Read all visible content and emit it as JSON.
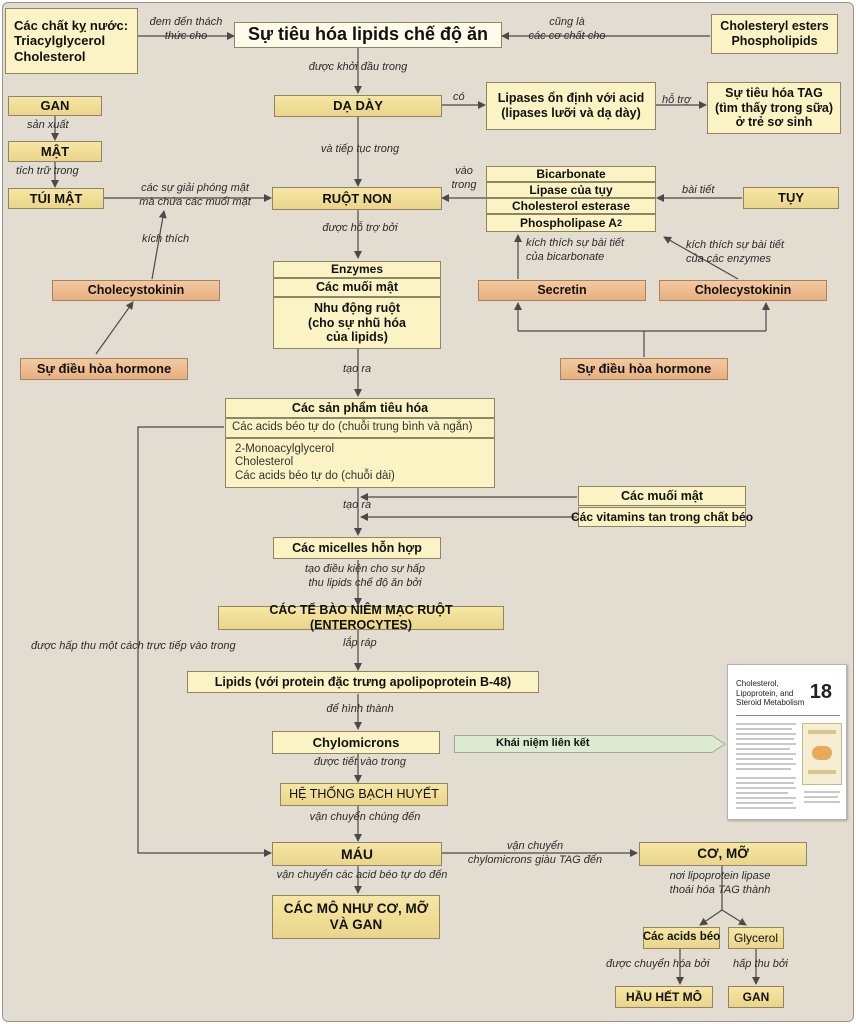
{
  "boxes": {
    "dietary_lipids": {
      "heading": "Các chất kỵ nước:",
      "line1": "Triacylglycerol",
      "line2": "Cholesterol"
    },
    "title": "Sự tiêu hóa lipids chế độ ăn",
    "cholesteryl": {
      "line1": "Cholesteryl esters",
      "line2": "Phospholipids"
    },
    "gan_top": "GAN",
    "mat": "MẬT",
    "tui_mat": "TÚI MẬT",
    "da_day": "DẠ DÀY",
    "lipases_acid": {
      "line1": "Lipases ổn định với acid",
      "line2": "(lipases lưỡi và dạ dày)"
    },
    "tag_infant": {
      "line1": "Sự tiêu hóa TAG",
      "line2": "(tìm thấy trong sữa)",
      "line3": "ở trẻ sơ sinh"
    },
    "bicarbonate": "Bicarbonate",
    "lipase_tuy": "Lipase của tụy",
    "chol_esterase": "Cholesterol esterase",
    "phospholipase": "Phospholipase A",
    "phospholipase_sub": "2",
    "tuy": "TỤY",
    "ruot_non": "RUỘT NON",
    "enzymes": "Enzymes",
    "muoi_mat": "Các muối mật",
    "nhu_dong": {
      "line1": "Nhu động ruột",
      "line2": "(cho sự nhũ hóa",
      "line3": "của lipids)"
    },
    "cck_left": "Cholecystokinin",
    "secretin": "Secretin",
    "cck_right": "Cholecystokinin",
    "hormone_left": "Sự điều hòa hormone",
    "hormone_right": "Sự điều hòa hormone",
    "products_title": "Các sản phẩm tiêu hóa",
    "products_short": "Các acids béo tự do (chuỗi trung bình và ngắn)",
    "products_long": {
      "line1": "2-Monoacylglycerol",
      "line2": "Cholesterol",
      "line3": "Các acids béo tự do (chuỗi dài)"
    },
    "muoi_mat_2": "Các muối mật",
    "vitamins": "Các vitamins tan trong chất béo",
    "micelles": "Các micelles hỗn hợp",
    "enterocytes": "CÁC TẾ BÀO NIÊM MẠC RUỘT (ENTEROCYTES)",
    "lipids_apo": "Lipids (với protein đặc trưng apolipoprotein B-48)",
    "chylomicrons": "Chylomicrons",
    "lymph": "HỆ THỐNG BẠCH HUYẾT",
    "mau": "MÁU",
    "tissues": {
      "line1": "CÁC MÔ NHƯ CƠ, MỠ",
      "line2": "VÀ GAN"
    },
    "co_mo": "CƠ, MỠ",
    "fatty_acids": "Các acids béo",
    "glycerol": "Glycerol",
    "hau_het_mo": "HẦU HẾT MÔ",
    "gan_bottom": "GAN"
  },
  "labels": {
    "dem_den": {
      "line1": "đem đến thách",
      "line2": "thức cho"
    },
    "cung_la": {
      "line1": "cũng là",
      "line2": "các cơ chất cho"
    },
    "khoi_dau": "được khởi đầu trong",
    "co": "có",
    "ho_tro": "hỗ trợ",
    "san_xuat": "sản xuất",
    "tich_tru": "tích trữ trong",
    "giai_phong": {
      "line1": "các sự giải phóng mật",
      "line2": "mà chứa các muối mật"
    },
    "tiep_tuc": "và tiếp tục trong",
    "vao_trong": {
      "line1": "vào",
      "line2": "trong"
    },
    "bai_tiet": "bài tiết",
    "kich_thich": "kích thích",
    "ho_tro_boi": "được hỗ trợ bởi",
    "ks_bicarbonate": {
      "line1": "kích thích sự bài tiết",
      "line2": "của bicarbonate"
    },
    "ks_enzymes": {
      "line1": "kích thích sự bài tiết",
      "line2": "của các enzymes"
    },
    "tao_ra_1": "tạo ra",
    "tao_ra_2": "tạo ra",
    "dieu_kien": {
      "line1": "tạo điều kiện cho sự hấp",
      "line2": "thu lipids chế độ ăn bởi"
    },
    "truc_tiep": "được hấp thu một cách trực tiếp vào trong",
    "lap_rap": "lắp ráp",
    "hinh_thanh": "để hình thành",
    "tiet_vao": "được tiết vào trong",
    "van_chuyen_chung": "vận chuyển chúng đến",
    "van_chuyen_acid": "vận chuyển các acid béo tự do đến",
    "van_chuyen_chylo": {
      "line1": "vận chuyển",
      "line2": "chylomicrons giàu TAG đến"
    },
    "lipoprotein_lipase": {
      "line1": "nơi lipoprotein lipase",
      "line2": "thoái hóa TAG thành"
    },
    "chuyen_hoa": "được chuyển hóa bởi",
    "hap_thu_boi": "hấp thu bởi"
  },
  "link": {
    "label": "Khái niệm liên kết",
    "thumb_title": {
      "line1": "Cholesterol,",
      "line2": "Lipoprotein, and",
      "line3": "Steroid Metabolism"
    },
    "thumb_number": "18"
  },
  "colors": {
    "box_fill": "#fbf3c3",
    "box_gold": "#ead58a",
    "hormone_fill": "#e6b080",
    "background": "#e3ddd1",
    "line": "#4a4a4a"
  }
}
